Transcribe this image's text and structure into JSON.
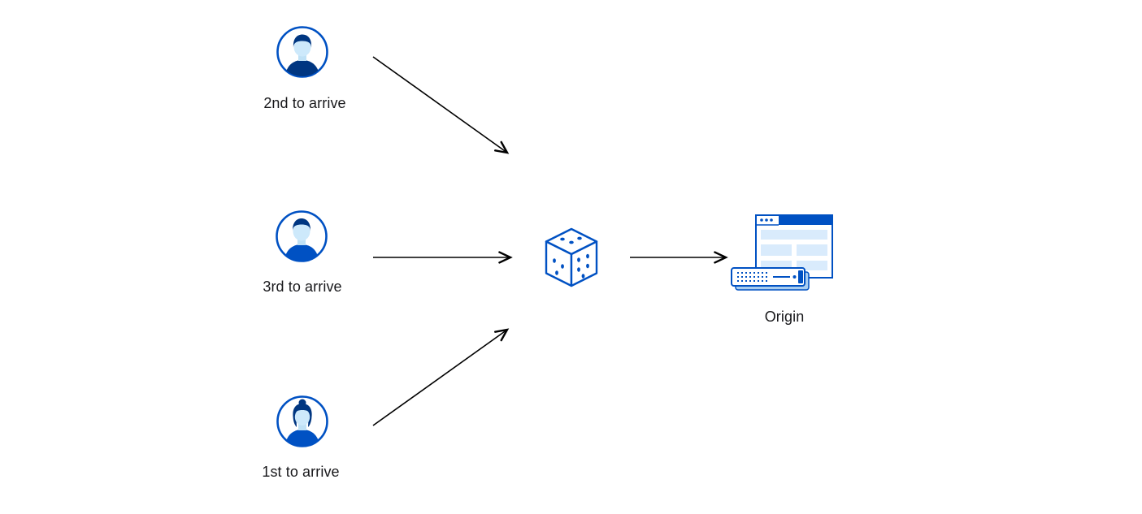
{
  "diagram": {
    "clients": [
      {
        "id": "client-2nd",
        "label": "2nd to arrive",
        "icon": "user-avatar-icon"
      },
      {
        "id": "client-3rd",
        "label": "3rd to arrive",
        "icon": "user-avatar-icon"
      },
      {
        "id": "client-1st",
        "label": "1st to arrive",
        "icon": "user-avatar-icon"
      }
    ],
    "center": {
      "id": "random-picker",
      "icon": "dice-icon"
    },
    "origin": {
      "id": "origin",
      "label": "Origin",
      "icon": "origin-server-icon"
    },
    "arrows": [
      {
        "from": "client-2nd",
        "to": "random-picker"
      },
      {
        "from": "client-3rd",
        "to": "random-picker"
      },
      {
        "from": "client-1st",
        "to": "random-picker"
      },
      {
        "from": "random-picker",
        "to": "origin"
      }
    ],
    "colors": {
      "primary_blue": "#0051c3",
      "dark_blue": "#003681",
      "light_blue": "#d9ebfc",
      "pale_face_blue": "#cde9fb",
      "arrow_black": "#000000",
      "background": "#ffffff"
    }
  }
}
